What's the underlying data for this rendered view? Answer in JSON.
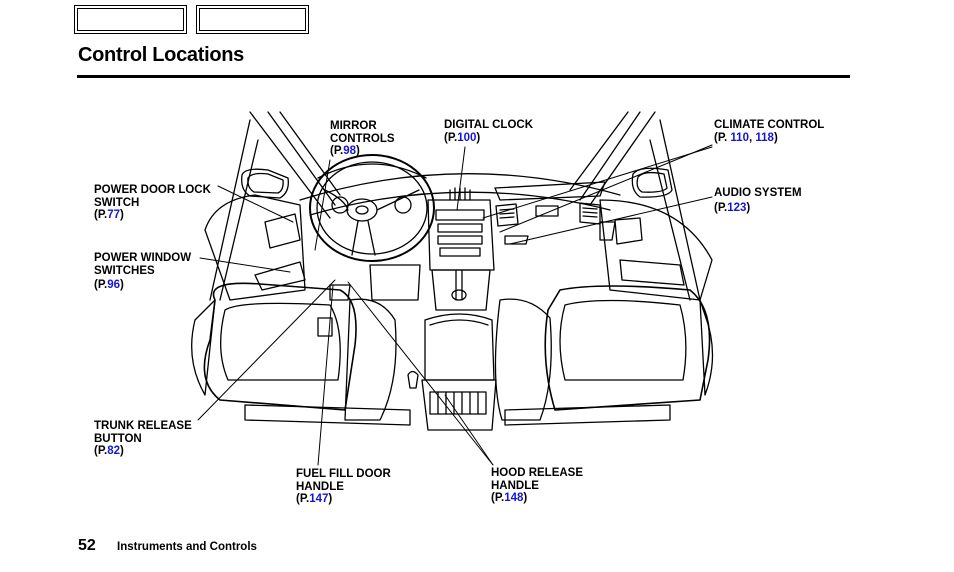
{
  "header": {
    "nav_buttons": [
      {
        "label": ""
      },
      {
        "label": ""
      }
    ],
    "title": "Control Locations"
  },
  "labels": {
    "mirror": {
      "lines": [
        "MIRROR",
        "CONTROLS"
      ],
      "pre": "(P.",
      "refs": [
        "98"
      ],
      "post": ")"
    },
    "clock": {
      "lines": [
        "DIGITAL CLOCK"
      ],
      "pre": "(P.",
      "refs": [
        "100"
      ],
      "post": ")"
    },
    "climate": {
      "lines": [
        "CLIMATE CONTROL"
      ],
      "pre": "(P. ",
      "refs": [
        "110",
        "118"
      ],
      "sep": ", ",
      "post": ")"
    },
    "doorlock": {
      "lines": [
        "POWER DOOR LOCK",
        "SWITCH"
      ],
      "pre": "(P.",
      "refs": [
        "77"
      ],
      "post": ")"
    },
    "audio": {
      "lines": [
        "AUDIO SYSTEM"
      ],
      "pre": "(P.",
      "refs": [
        "123"
      ],
      "post": ")"
    },
    "window": {
      "lines": [
        "POWER WINDOW",
        "SWITCHES"
      ],
      "pre": "(P.",
      "refs": [
        "96"
      ],
      "post": ")"
    },
    "trunk": {
      "lines": [
        "TRUNK RELEASE",
        "BUTTON"
      ],
      "pre": "(P.",
      "refs": [
        "82"
      ],
      "post": ")"
    },
    "fuel": {
      "lines": [
        "FUEL FILL DOOR",
        "HANDLE"
      ],
      "pre": "(P.",
      "refs": [
        "147"
      ],
      "post": ")"
    },
    "hood": {
      "lines": [
        "HOOD RELEASE",
        "HANDLE"
      ],
      "pre": "(P.",
      "refs": [
        "148"
      ],
      "post": ")"
    }
  },
  "footer": {
    "page_number": "52",
    "section": "Instruments and Controls"
  },
  "colors": {
    "link": "#1414d8",
    "ink": "#000000"
  }
}
